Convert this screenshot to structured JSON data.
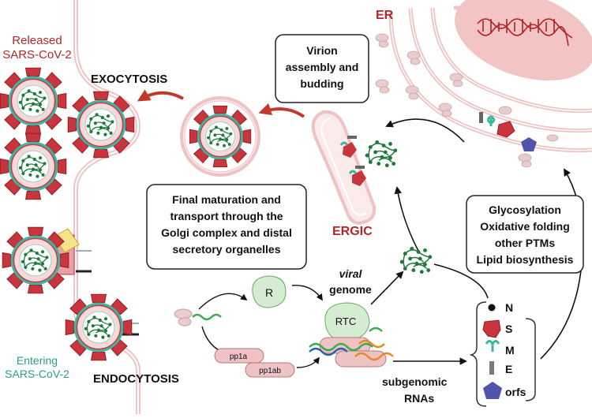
{
  "labels": {
    "released_line1": "Released",
    "released_line2": "SARS-CoV-2",
    "entering_line1": "Entering",
    "entering_line2": "SARS-CoV-2",
    "exocytosis": "EXOCYTOSIS",
    "endocytosis": "ENDOCYTOSIS",
    "er": "ER",
    "ergic": "ERGIC",
    "viral_genome_line1": "viral",
    "viral_genome_line2": "genome",
    "subgenomic_line1": "subgenomic",
    "subgenomic_line2": "RNAs",
    "r": "R",
    "rtc": "RTC",
    "pp1a": "pp1a",
    "pp1ab": "pp1ab"
  },
  "boxes": {
    "virion_assembly": [
      "Virion",
      "assembly and",
      "budding"
    ],
    "final_maturation": [
      "Final maturation and",
      "transport through the",
      "Golgi complex and distal",
      "secretory organelles"
    ],
    "ptm": [
      "Glycosylation",
      "Oxidative folding",
      "other PTMs",
      "Lipid biosynthesis"
    ]
  },
  "legend": [
    {
      "code": "N",
      "icon": "n-protein-dot-icon"
    },
    {
      "code": "S",
      "icon": "spike-protein-icon"
    },
    {
      "code": "M",
      "icon": "m-protein-icon"
    },
    {
      "code": "E",
      "icon": "e-protein-bar-icon"
    },
    {
      "code": "orfs",
      "icon": "orfs-pentagon-icon"
    }
  ],
  "colors": {
    "title_red": "#b3262b",
    "entering_teal": "#2a9d8f",
    "spike_red": "#c9353d",
    "m_green": "#3fb5a0",
    "membrane_pink": "#efc2c4",
    "nucleus_pink": "#f2c4c4",
    "dna_red": "#b22222",
    "arrow_red": "#c0392b",
    "genome_green": "#1e7a3a",
    "pentagon_blue": "#4f55a8"
  }
}
